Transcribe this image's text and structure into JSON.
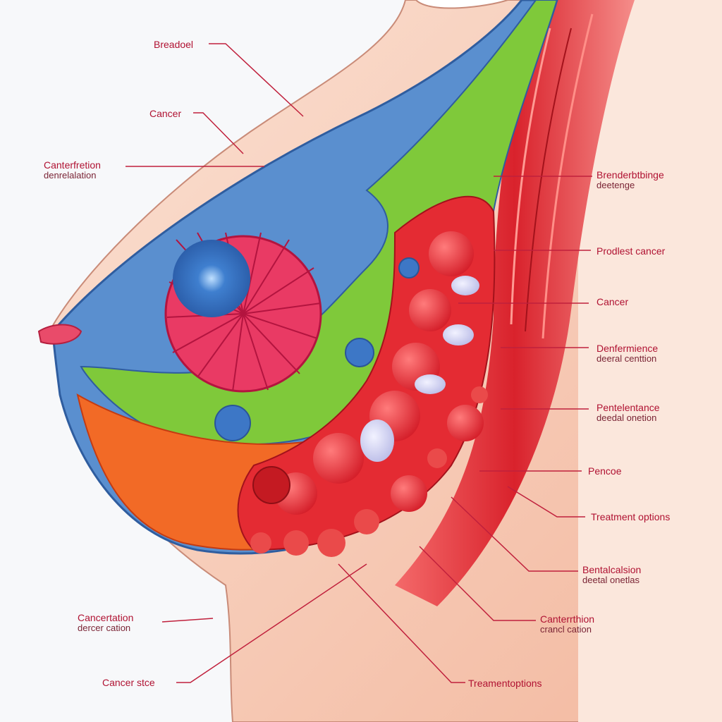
{
  "labels": [
    {
      "id": "breadoel",
      "line1": "Breadoel"
    },
    {
      "id": "cancer-top",
      "line1": "Cancer"
    },
    {
      "id": "cancertation-left",
      "line1": "Canterfretion",
      "line2": "denrelalation"
    },
    {
      "id": "brenderbinge",
      "line1": "Brenderbtbinge",
      "line2": "deetenge"
    },
    {
      "id": "prodlest",
      "line1": "Prodlest cancer"
    },
    {
      "id": "cancer-right",
      "line1": "Cancer"
    },
    {
      "id": "denfermience",
      "line1": "Denfermience",
      "line2": "deeral centtion"
    },
    {
      "id": "pentelentance",
      "line1": "Pentelentance",
      "line2": "deedal onetion"
    },
    {
      "id": "pencoe",
      "line1": "Pencoe"
    },
    {
      "id": "treatment-right",
      "line1": "Treatment options"
    },
    {
      "id": "bentalcalsion",
      "line1": "Bentalcalsion",
      "line2": "deetal onetlas"
    },
    {
      "id": "canterrthion",
      "line1": "Canterrthion",
      "line2": "crancl cation"
    },
    {
      "id": "cancertation-lower",
      "line1": "Cancertation",
      "line2": "dercer cation"
    },
    {
      "id": "cancer-site",
      "line1": "Cancer stce"
    },
    {
      "id": "treatment-bottom",
      "line1": "Treamentoptions"
    }
  ],
  "colors": {
    "skin": "#f6c9b3",
    "blue_tissue": "#4f86c8",
    "green_tissue": "#7fc93a",
    "red_tissue": "#e42b33",
    "orange_tissue": "#f26a26",
    "muscle": "#e2363c",
    "label_text": "#b01232",
    "leader_line": "#c0203c"
  }
}
